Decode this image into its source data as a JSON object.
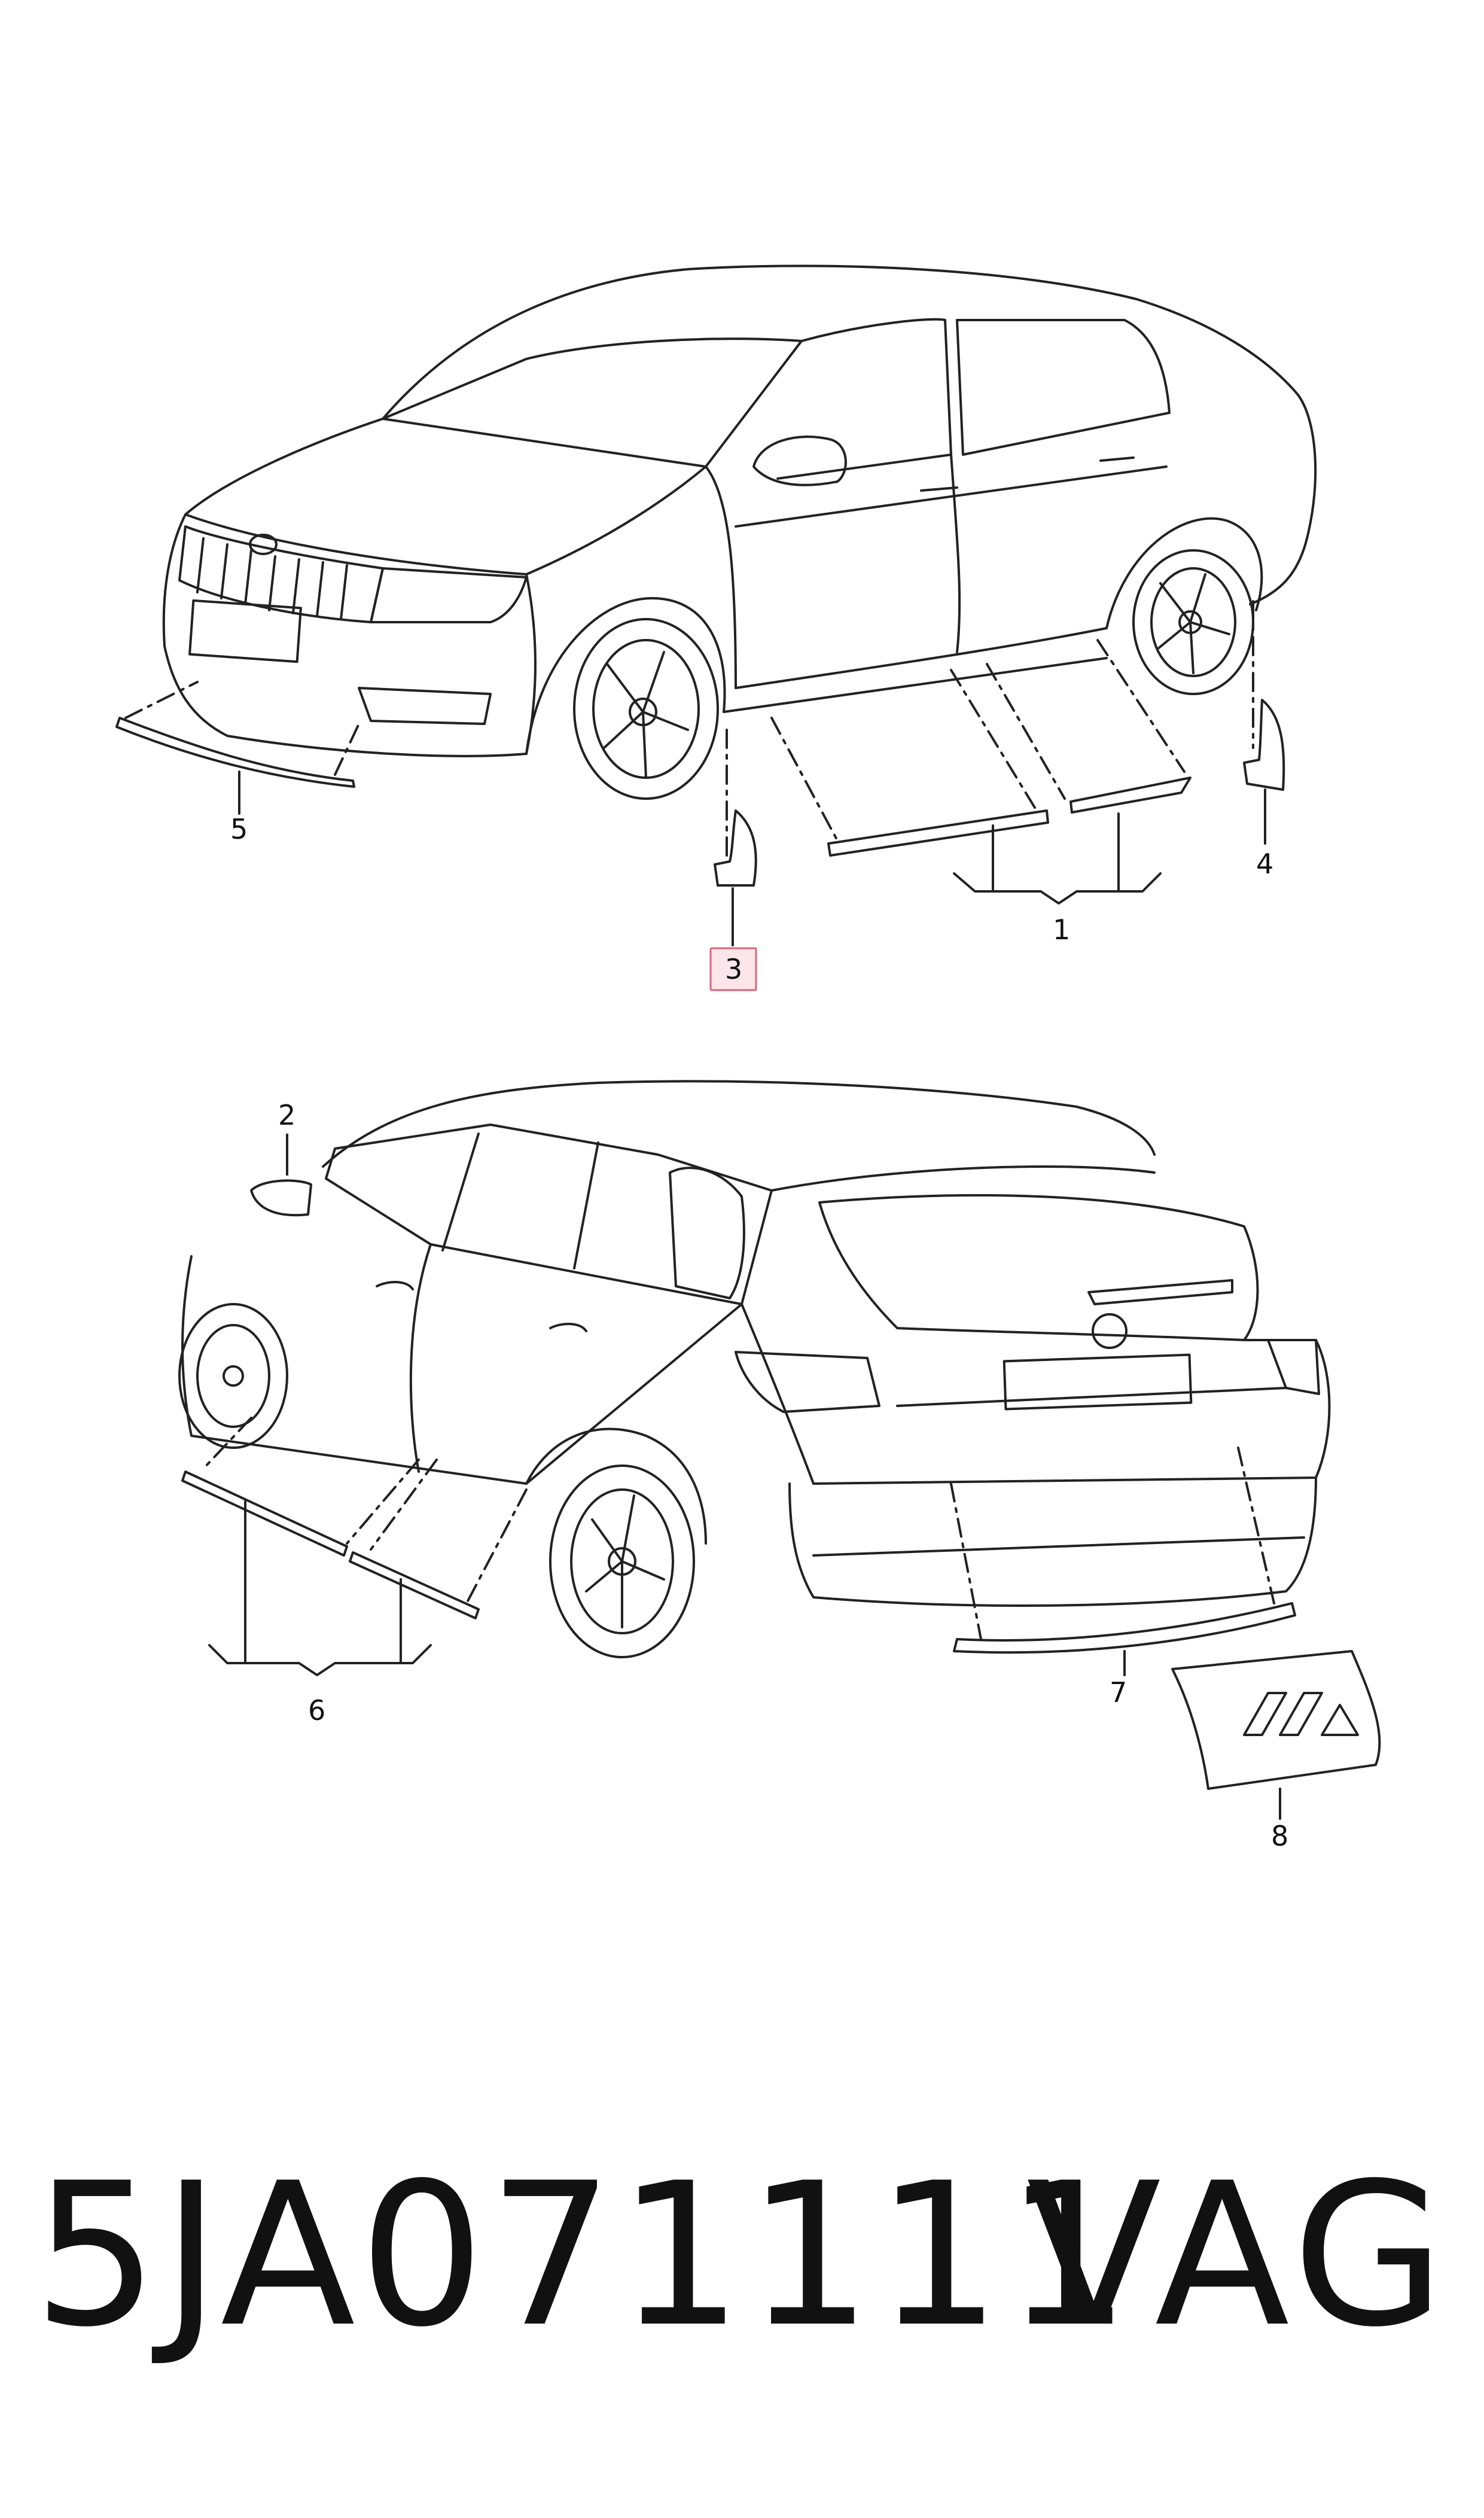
{
  "diagram": {
    "callouts": {
      "c1": "1",
      "c2": "2",
      "c3": "3",
      "c4": "4",
      "c5": "5",
      "c6": "6",
      "c7": "7",
      "c8": "8"
    },
    "highlighted_callout": "3",
    "highlight_color": "#e06377"
  },
  "footer": {
    "part_number": "5JA071111",
    "brand": "VAG"
  }
}
